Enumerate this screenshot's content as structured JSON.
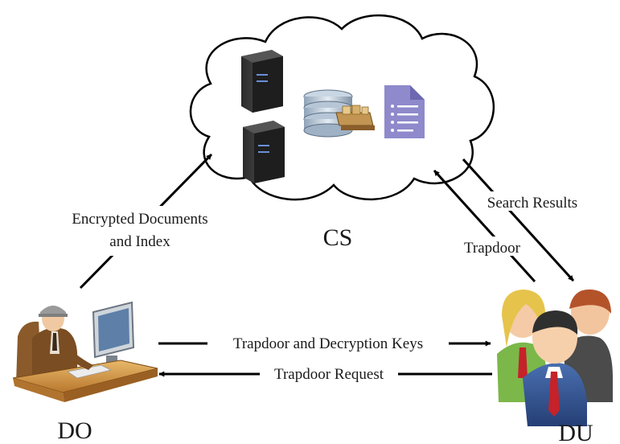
{
  "nodes": {
    "cs": {
      "label": "CS"
    },
    "do": {
      "label": "DO"
    },
    "du": {
      "label": "DU"
    }
  },
  "edges": {
    "do_to_cs": {
      "line1": "Encrypted Documents",
      "line2": "and Index"
    },
    "cs_to_du": {
      "label": "Search Results"
    },
    "du_to_cs": {
      "label": "Trapdoor"
    },
    "do_to_du": {
      "label": "Trapdoor and Decryption Keys"
    },
    "du_to_do": {
      "label": "Trapdoor Request"
    }
  },
  "icons": [
    "server-icon",
    "database-icon",
    "document-icon",
    "data-owner-icon",
    "data-users-icon"
  ]
}
